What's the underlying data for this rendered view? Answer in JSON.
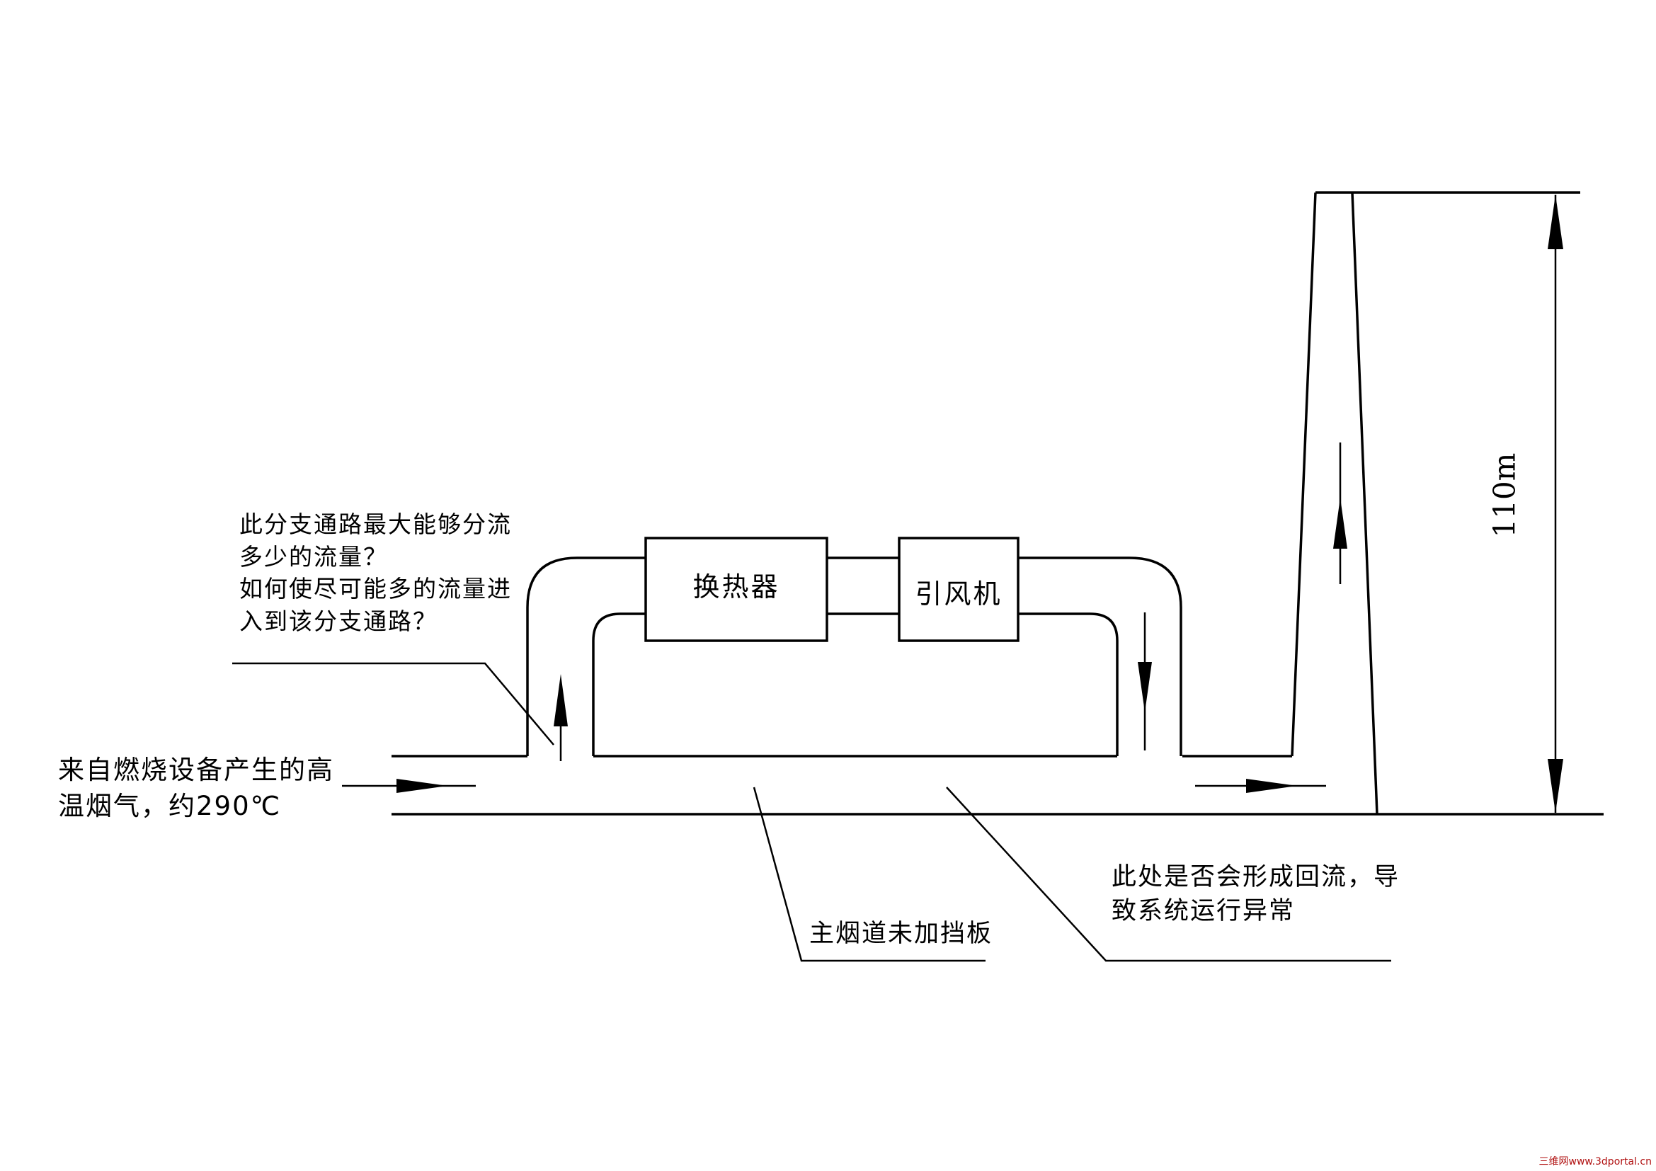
{
  "diagram": {
    "inlet_label": [
      "来自燃烧设备产生的高",
      "温烟气，约290℃"
    ],
    "branch_question": [
      "此分支通路最大能够分流",
      "多少的流量？",
      "如何使尽可能多的流量进",
      "入到该分支通路？"
    ],
    "heat_exchanger": "换热器",
    "induced_fan": "引风机",
    "main_flue_note": "主烟道未加挡板",
    "backflow_question": [
      "此处是否会形成回流，导",
      "致系统运行异常"
    ],
    "stack_height": "110m",
    "watermark": "三维网www.3dportal.cn",
    "colors": {
      "line": "#000000",
      "background": "#ffffff",
      "watermark": "#b01010"
    }
  }
}
